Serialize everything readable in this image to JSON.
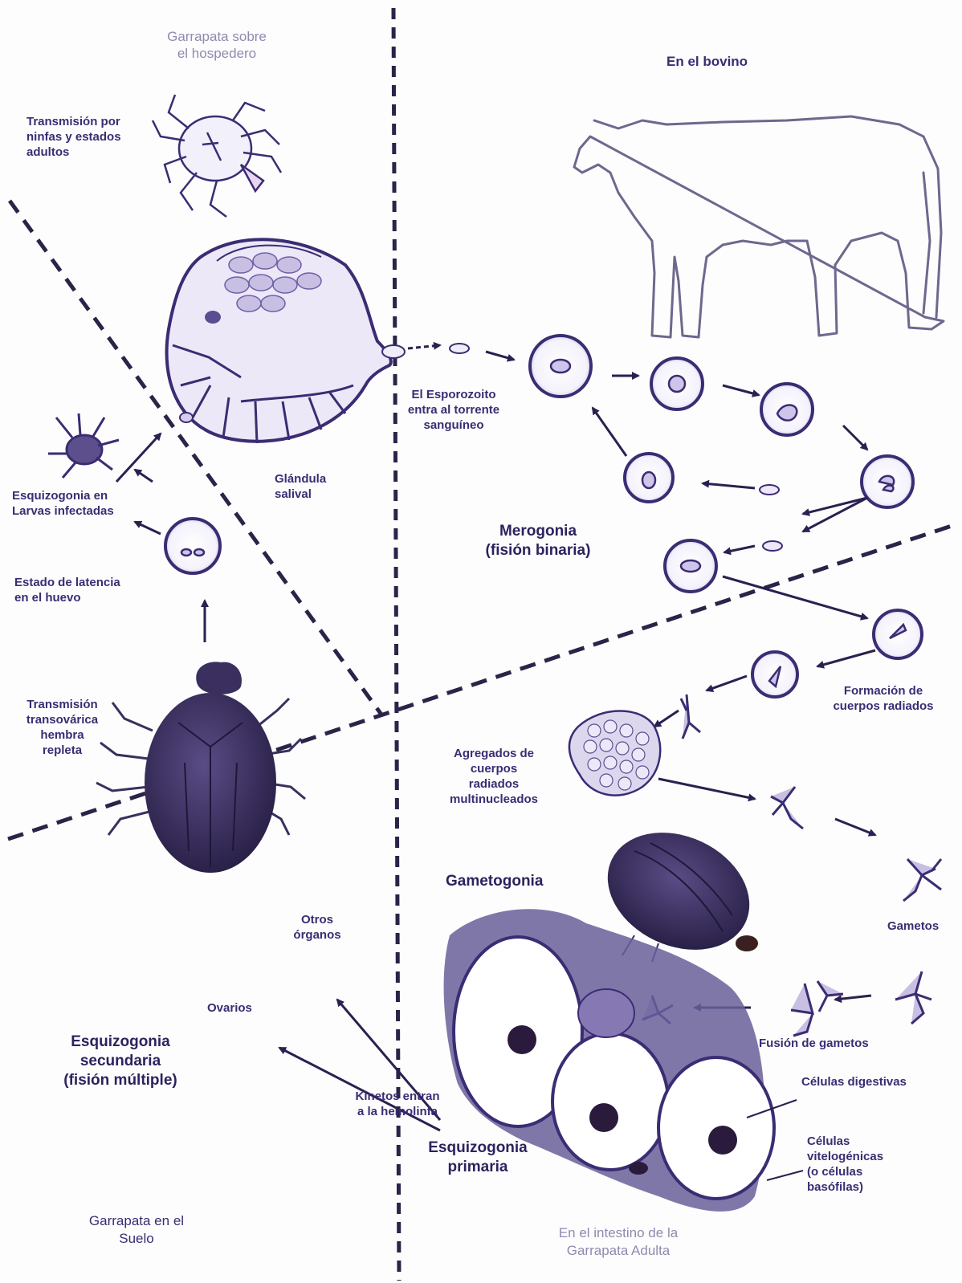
{
  "regions": {
    "tick_on_host": [
      "Garrapata sobre",
      "el hospedero"
    ],
    "in_bovine": "En el bovino",
    "tick_on_ground": [
      "Garrapata en el",
      "Suelo"
    ],
    "intestine": [
      "En el intestino de la",
      "Garrapata Adulta"
    ]
  },
  "labels": {
    "transmission_nymphs": [
      "Transmisión por",
      "ninfas y estados",
      "adultos"
    ],
    "salivary_gland": [
      "Glándula",
      "salival"
    ],
    "sporozoite": [
      "El Esporozoito",
      "entra al torrente",
      "sanguíneo"
    ],
    "schizogony_larvae": [
      "Esquizogonia en",
      "Larvas infectadas"
    ],
    "latency_egg": [
      "Estado de latencia",
      "en el huevo"
    ],
    "transovarian": [
      "Transmisión",
      "transovárica",
      "hembra",
      "repleta"
    ],
    "radiate_bodies": [
      "Formación de",
      "cuerpos radiados"
    ],
    "aggregates": [
      "Agregados de",
      "cuerpos",
      "radiados",
      "multinucleados"
    ],
    "gametes": "Gametos",
    "gamete_fusion": "Fusión de gametos",
    "other_organs": [
      "Otros",
      "órganos"
    ],
    "ovaries": "Ovarios",
    "kinetes": [
      "Kinetos entran",
      "a la hemolinfa"
    ],
    "digestive_cells": "Células digestivas",
    "vitellogenic_cells": [
      "Células",
      "vitelogénicas",
      "(o células",
      "basófilas)"
    ]
  },
  "stages": {
    "merogony": [
      "Merogonia",
      "(fisión binaria)"
    ],
    "gametogony": "Gametogonia",
    "secondary_schizogony": [
      "Esquizogonia",
      "secundaria",
      "(fisión múltiple)"
    ],
    "primary_schizogony": [
      "Esquizogonia",
      "primaria"
    ]
  },
  "colors": {
    "ink": "#3b2c73",
    "tick_body": "#3a2f5e",
    "faint_text": "#8f8ab0"
  }
}
